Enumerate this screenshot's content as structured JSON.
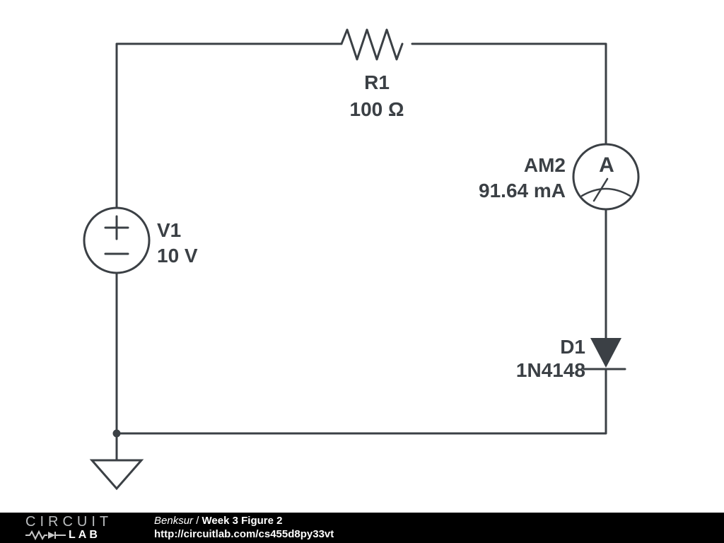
{
  "circuit": {
    "components": {
      "v1": {
        "type": "voltage-source",
        "name": "V1",
        "value": "10 V"
      },
      "r1": {
        "type": "resistor",
        "name": "R1",
        "value": "100 Ω"
      },
      "am2": {
        "type": "ammeter",
        "name": "AM2",
        "value": "91.64 mA",
        "meter_letter": "A"
      },
      "d1": {
        "type": "diode",
        "name": "D1",
        "value": "1N4148"
      }
    },
    "colors": {
      "wire": "#3b4045",
      "background": "#ffffff"
    }
  },
  "footer": {
    "logo_circuit": "CIRCUIT",
    "logo_lab": "LAB",
    "author": "Benksur",
    "separator": " / ",
    "title": "Week 3 Figure 2",
    "url": "http://circuitlab.com/cs455d8py33vt",
    "background": "#000000"
  }
}
